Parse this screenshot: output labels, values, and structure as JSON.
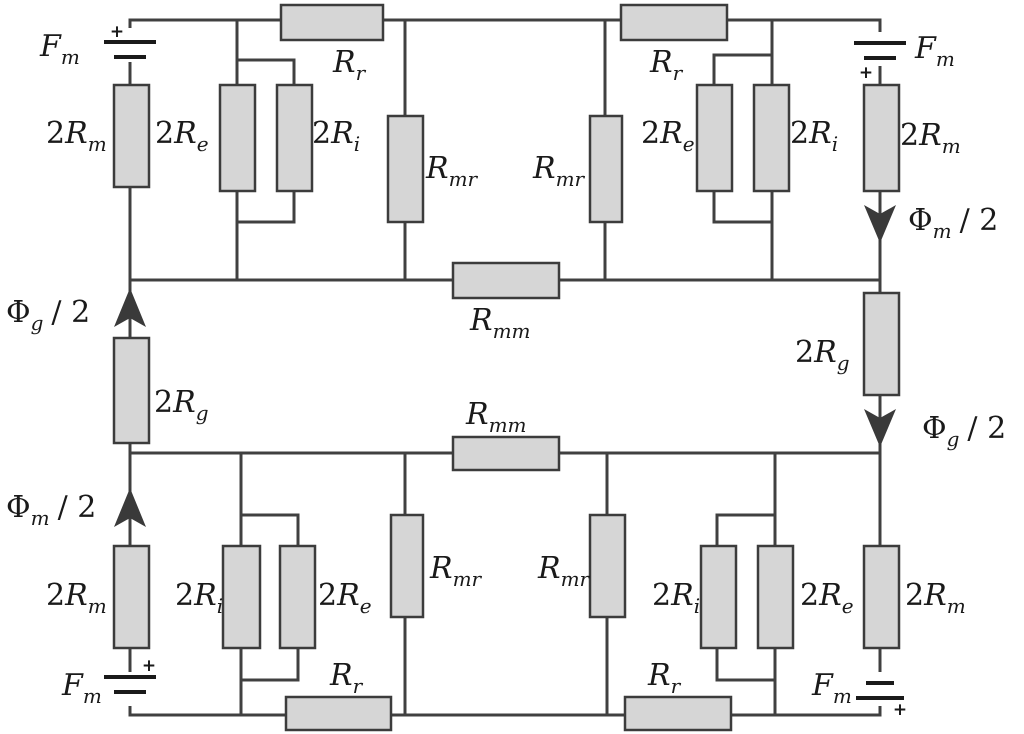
{
  "diagram": {
    "battery_label": "F",
    "battery_sub": "m",
    "battery_sign": "+",
    "resistor": {
      "Rr": {
        "main": "R",
        "sub": "r"
      },
      "2Rm": {
        "num": "2",
        "main": "R",
        "sub": "m"
      },
      "2Re": {
        "num": "2",
        "main": "R",
        "sub": "e"
      },
      "2Ri": {
        "num": "2",
        "main": "R",
        "sub": "i"
      },
      "Rmr": {
        "main": "R",
        "sub": "mr"
      },
      "Rmm": {
        "main": "R",
        "sub": "mm"
      },
      "2Rg": {
        "num": "2",
        "main": "R",
        "sub": "g"
      }
    },
    "flux_m": {
      "main": "Φ",
      "sub": "m",
      "rest": "/ 2"
    },
    "flux_g": {
      "main": "Φ",
      "sub": "g",
      "rest": "/ 2"
    }
  }
}
